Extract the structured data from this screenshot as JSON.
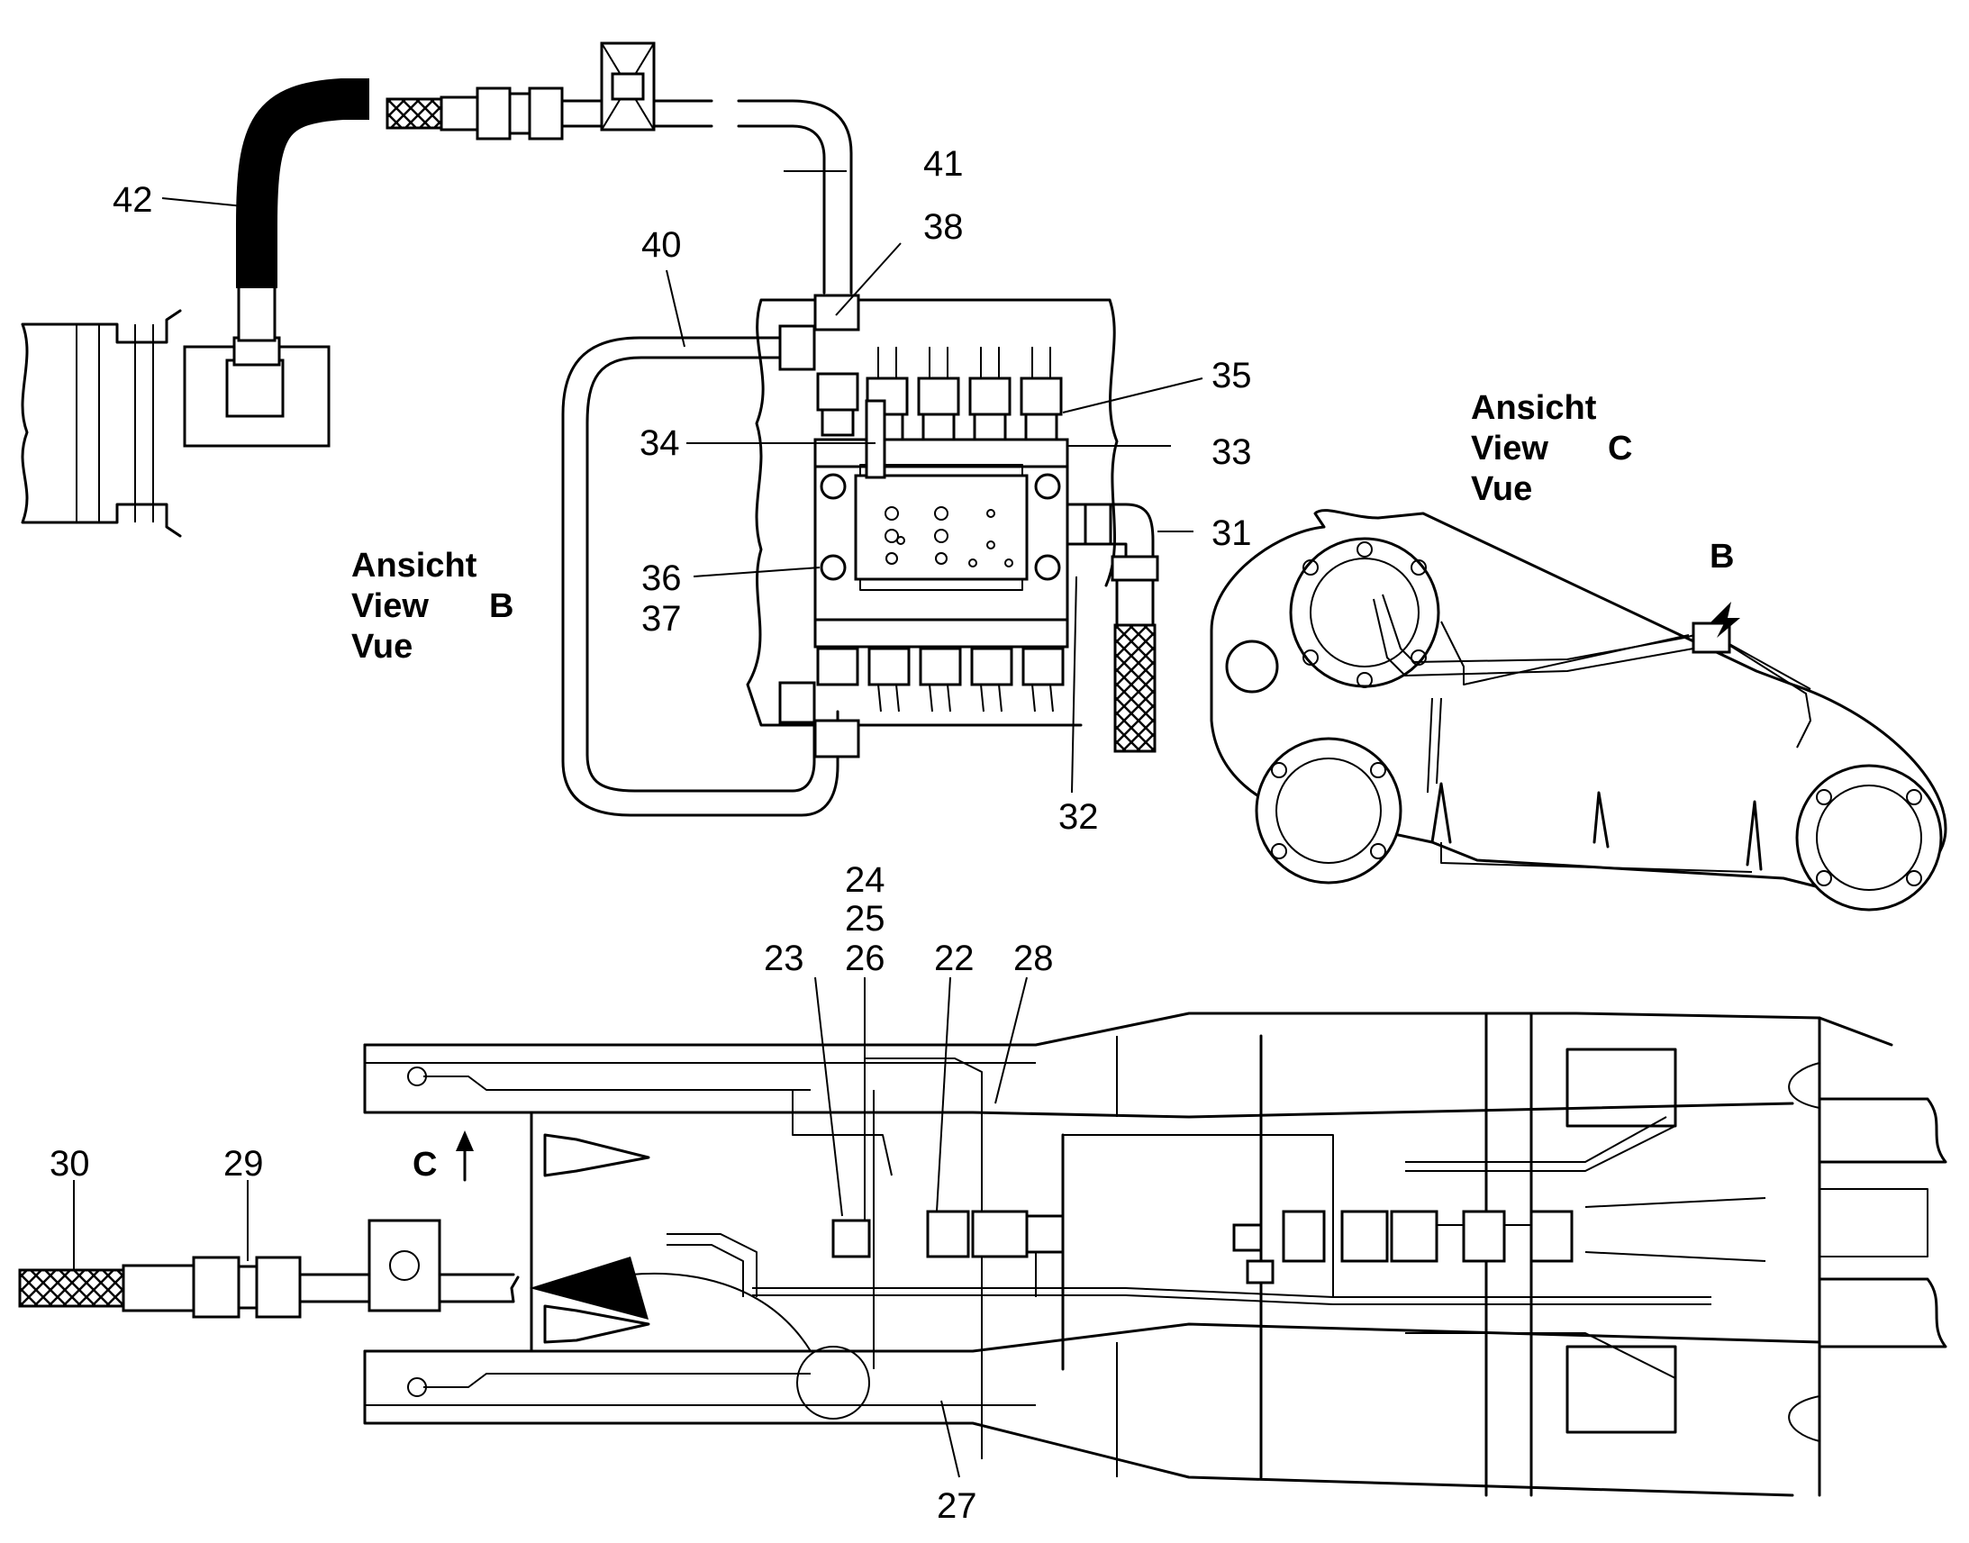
{
  "view_b": {
    "line1": "Ansicht",
    "line2": "View",
    "line3": "Vue",
    "letter": "B"
  },
  "view_c": {
    "line1": "Ansicht",
    "line2": "View",
    "line3": "Vue",
    "letter": "C"
  },
  "markers": {
    "arrow_b": "B",
    "arrow_c": "C"
  },
  "parts": {
    "p22": "22",
    "p23": "23",
    "p24": "24",
    "p25": "25",
    "p26": "26",
    "p27": "27",
    "p28": "28",
    "p29": "29",
    "p30": "30",
    "p31": "31",
    "p32": "32",
    "p33": "33",
    "p34": "34",
    "p35": "35",
    "p36": "36",
    "p37": "37",
    "p38": "38",
    "p40": "40",
    "p41": "41",
    "p42": "42"
  },
  "colors": {
    "line": "#000000",
    "background": "#ffffff"
  }
}
